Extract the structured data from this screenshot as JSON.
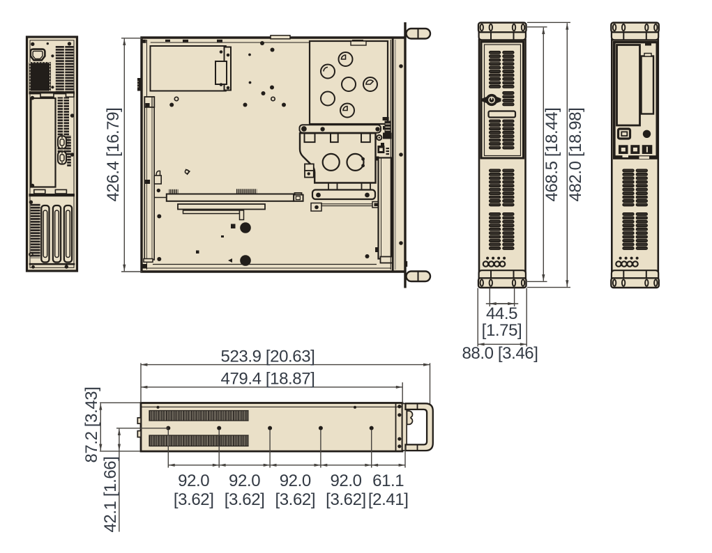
{
  "document": {
    "type": "mechanical-dimension-drawing",
    "subject": "2U rackmount chassis",
    "units": "mm [inch]",
    "background": "#ffffff"
  },
  "palette": {
    "panel": "#eae0c8",
    "outline": "#221e1a",
    "slat": "#2e2a25",
    "dim_line": "#45423e",
    "dim_text": "#333a44",
    "shadow": "#a59e92"
  },
  "views": {
    "rear": {
      "label": "rear-panel-view"
    },
    "top": {
      "label": "top-interior-view"
    },
    "front_door": {
      "label": "front-view-with-door"
    },
    "front_open": {
      "label": "front-view-door-removed"
    },
    "side": {
      "label": "side-view"
    }
  },
  "dimensions": {
    "top_view": {
      "depth": "426.4 [16.79]"
    },
    "front_view": {
      "inner_height": "468.5 [18.44]",
      "overall_height": "482.0 [18.98]",
      "slot_pitch_mm": "44.5",
      "slot_pitch_in": "[1.75]",
      "width": "88.0 [3.46]"
    },
    "side_view": {
      "overall_length": "523.9 [20.63]",
      "body_length": "479.4 [18.87]",
      "height": "87.2 [3.43]",
      "hole_offset": "42.1 [1.66]",
      "hole_spacing": [
        {
          "mm": "92.0",
          "in": "[3.62]"
        },
        {
          "mm": "92.0",
          "in": "[3.62]"
        },
        {
          "mm": "92.0",
          "in": "[3.62]"
        },
        {
          "mm": "92.0",
          "in": "[3.62]"
        },
        {
          "mm": "61.1",
          "in": "[2.41]"
        }
      ]
    }
  }
}
